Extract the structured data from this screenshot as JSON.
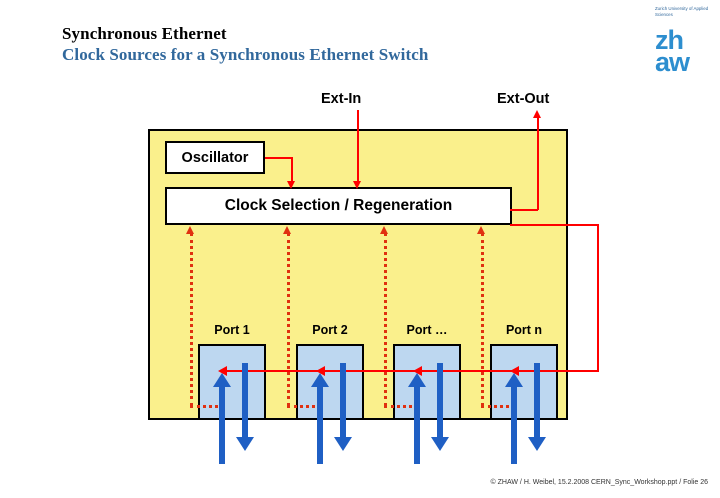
{
  "title": {
    "main": "Synchronous Ethernet",
    "sub": "Clock Sources for a Synchronous Ethernet Switch",
    "sub_color": "#31689C"
  },
  "logo": {
    "tagline": "Zurich University of Applied Sciences",
    "mark_line1": "zh",
    "mark_line2": "aw",
    "color": "#2D8ECF"
  },
  "diagram": {
    "panel_color": "#FAF08C",
    "clock_line_color": "#FF0000",
    "dotted_line_color": "#E03010",
    "data_arrow_color": "#1F5FC4",
    "port_fill": "#BDD7F0",
    "external": {
      "in_label": "Ext-In",
      "out_label": "Ext-Out"
    },
    "blocks": {
      "oscillator": "Oscillator",
      "clock_selection": "Clock Selection / Regeneration"
    },
    "ports": [
      {
        "label": "Port 1"
      },
      {
        "label": "Port 2"
      },
      {
        "label": "Port …"
      },
      {
        "label": "Port n"
      }
    ]
  },
  "footer": {
    "text": "© ZHAW / H. Weibel, 15.2.2008 CERN_Sync_Workshop.ppt / Folie 26"
  }
}
